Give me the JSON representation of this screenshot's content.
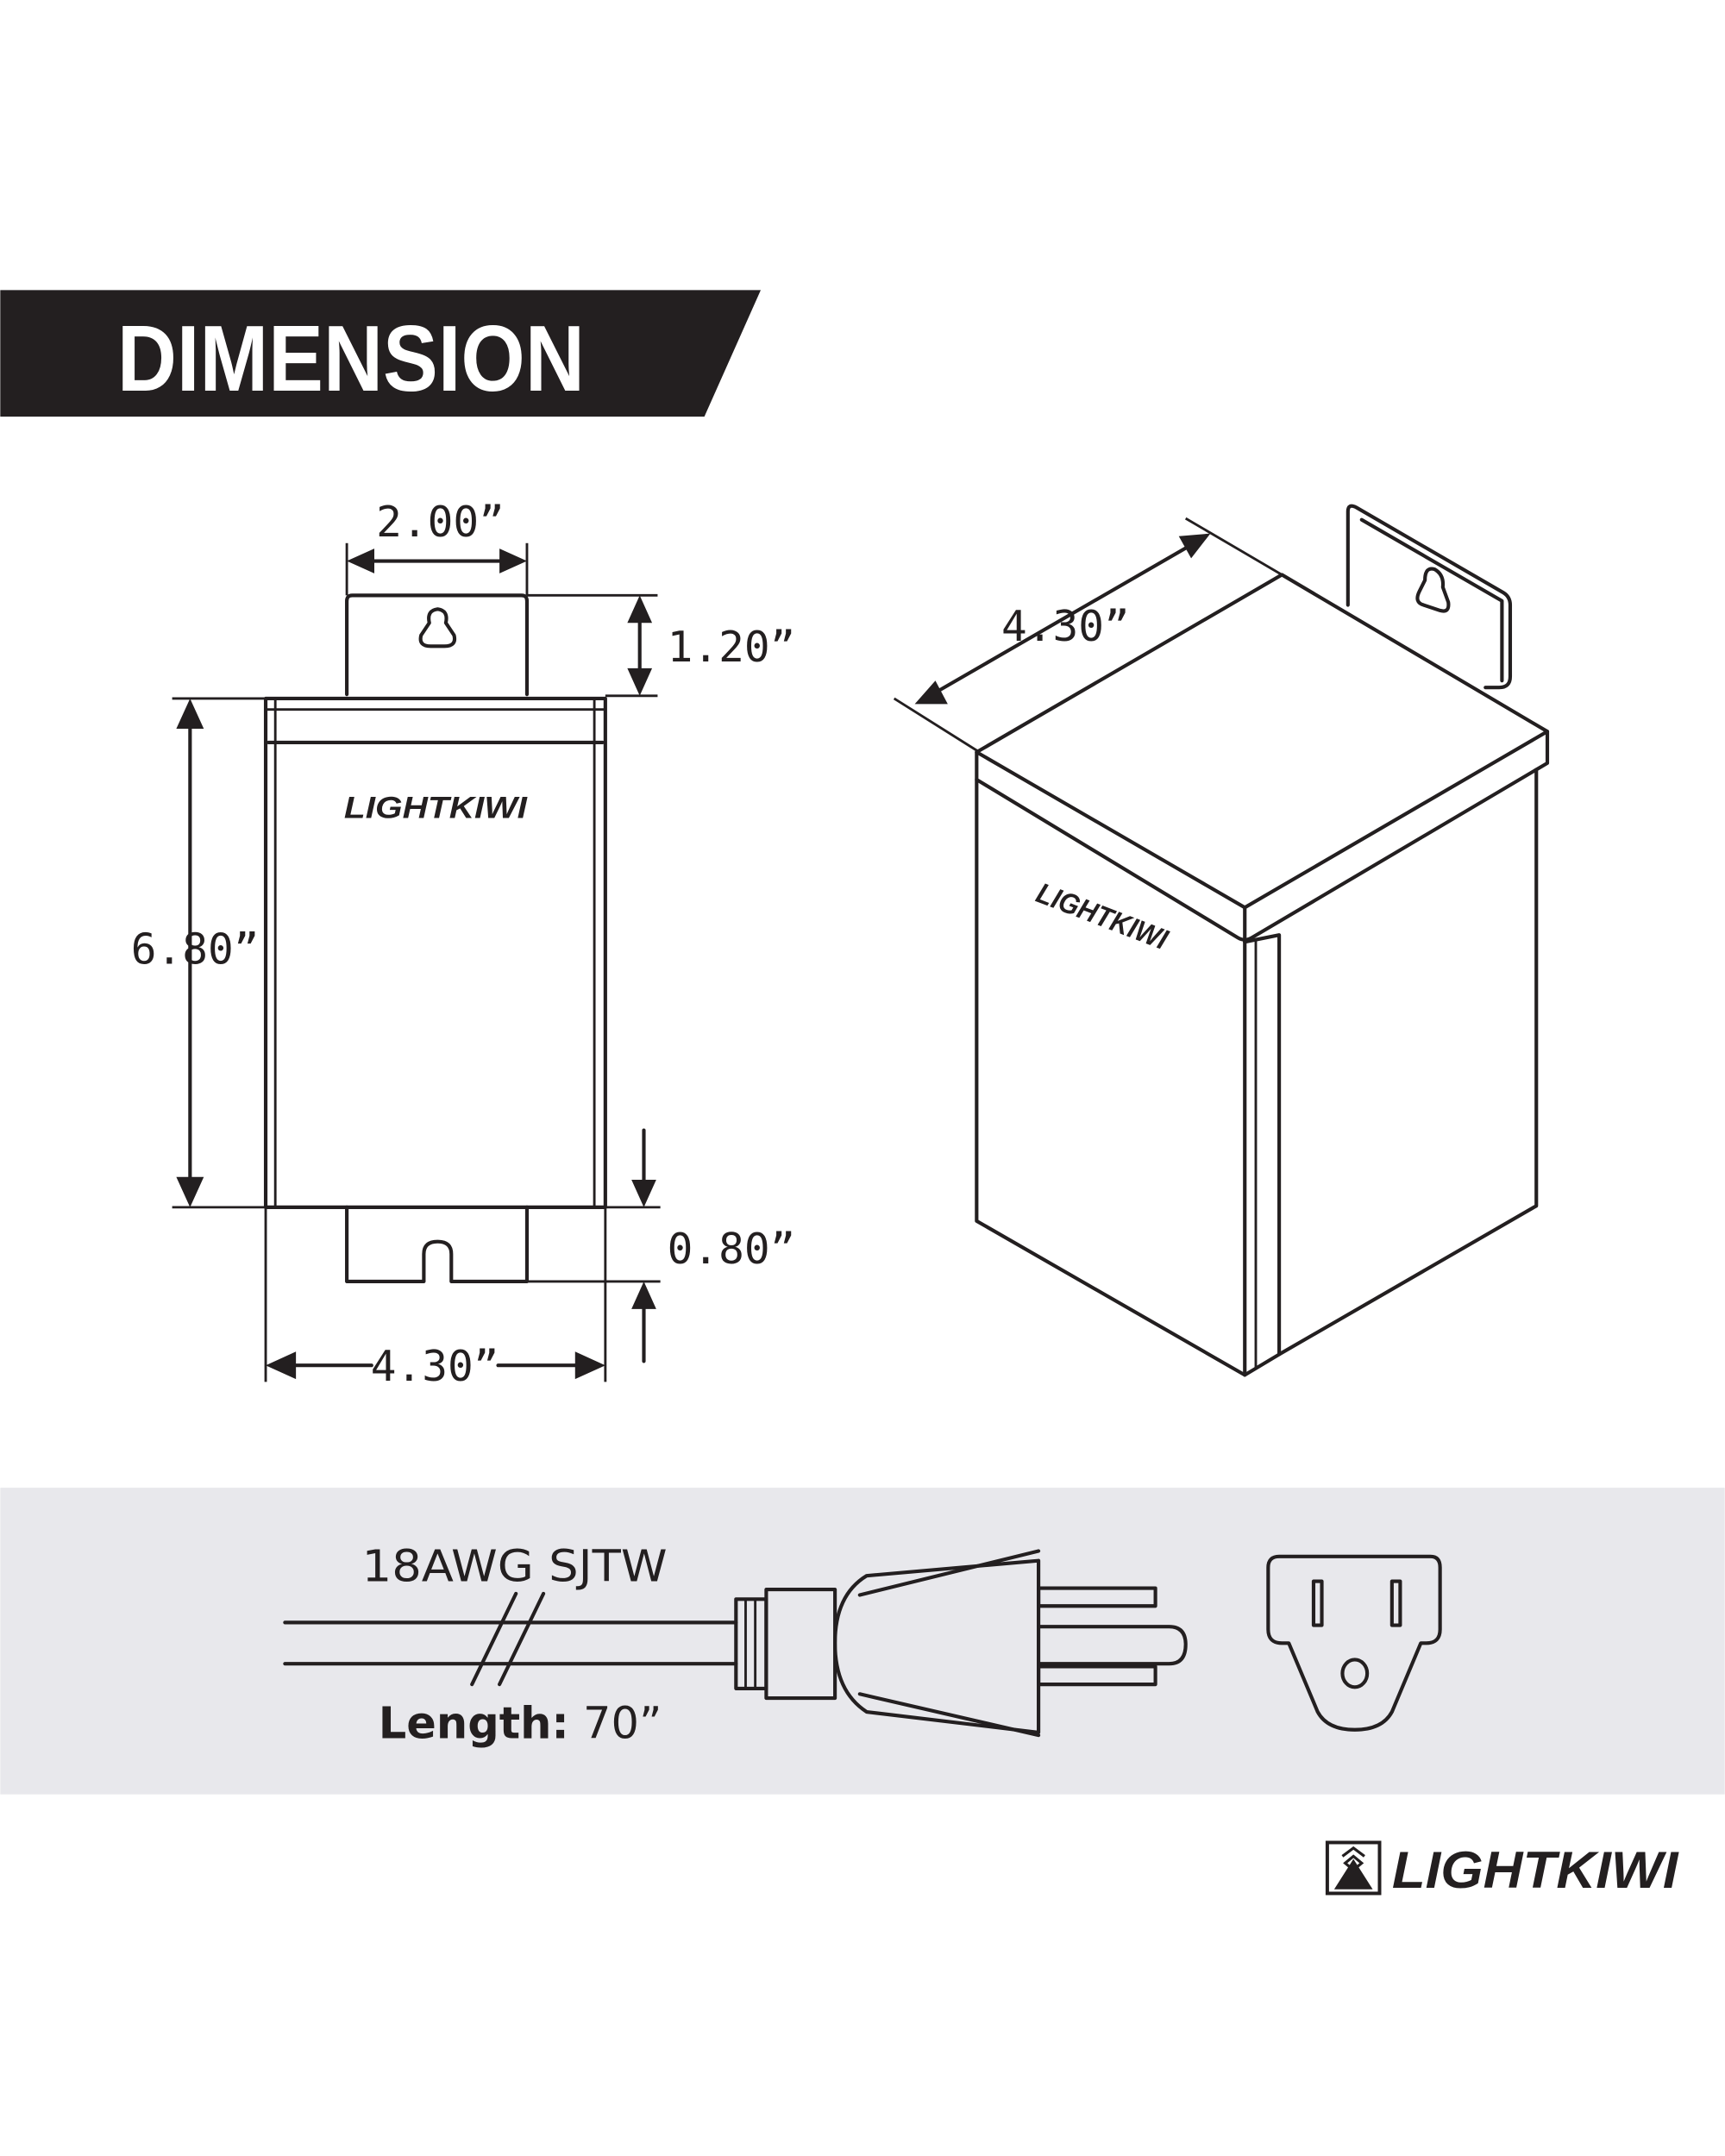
{
  "title": "DIMENSION",
  "front_view": {
    "brand_label": "LIGHTKIWI",
    "dim_width_top": "2.00”",
    "dim_tab_height": "1.20”",
    "dim_height": "6.80”",
    "dim_bottom_tab": "0.80”",
    "dim_width_bottom": "4.30”"
  },
  "iso_view": {
    "brand_label": "LIGHTKIWI",
    "dim_depth": "4.30”"
  },
  "cord": {
    "spec": "18AWG SJTW",
    "length_label": "Length:",
    "length_value": "70”",
    "band_color": "#e8e8ec"
  },
  "footer": {
    "logo_text": "LIGHTKIWI"
  },
  "colors": {
    "ink": "#231f20",
    "banner": "#231f20"
  }
}
